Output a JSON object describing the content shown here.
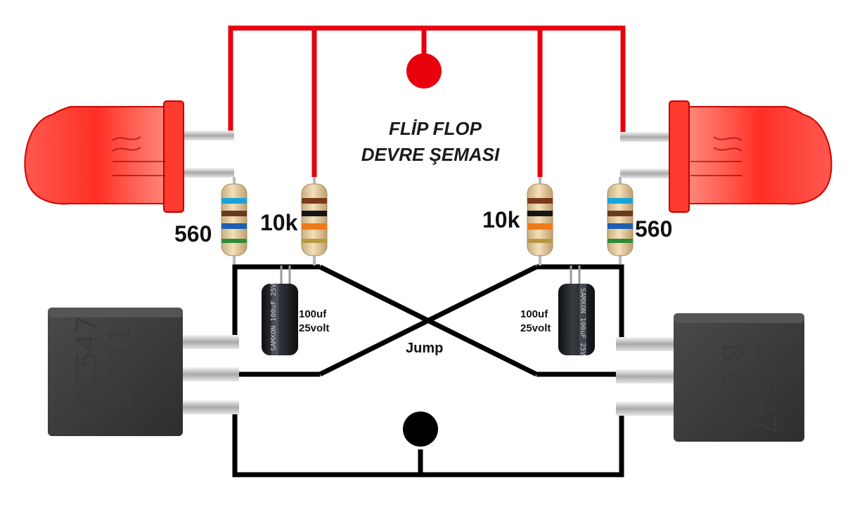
{
  "title": {
    "line1": "FLİP FLOP",
    "line2": "DEVRE ŞEMASI"
  },
  "labels": {
    "resistor_left_outer": "560",
    "resistor_left_inner": "10k",
    "resistor_right_inner": "10k",
    "resistor_right_outer": "560",
    "cap_left_value": "100uf",
    "cap_left_voltage": "25volt",
    "cap_right_value": "100uf",
    "cap_right_voltage": "25volt",
    "jump": "Jump"
  },
  "components": {
    "transistor_left": {
      "line1": "BC547",
      "line2": "B 011"
    },
    "transistor_right": {
      "line1": "BC547",
      "line2": "B 011"
    },
    "cap_left_print": "SAMXON 100uF 25V",
    "cap_right_print": "SAMXON 100uF 25V"
  },
  "colors": {
    "positive_rail": "#e8000d",
    "negative_rail": "#000000",
    "led": "#ff1a1a",
    "resistor_body": "#e9cfa3",
    "transistor_body": "#3b3b3b",
    "capacitor_body": "#1d1f22"
  }
}
